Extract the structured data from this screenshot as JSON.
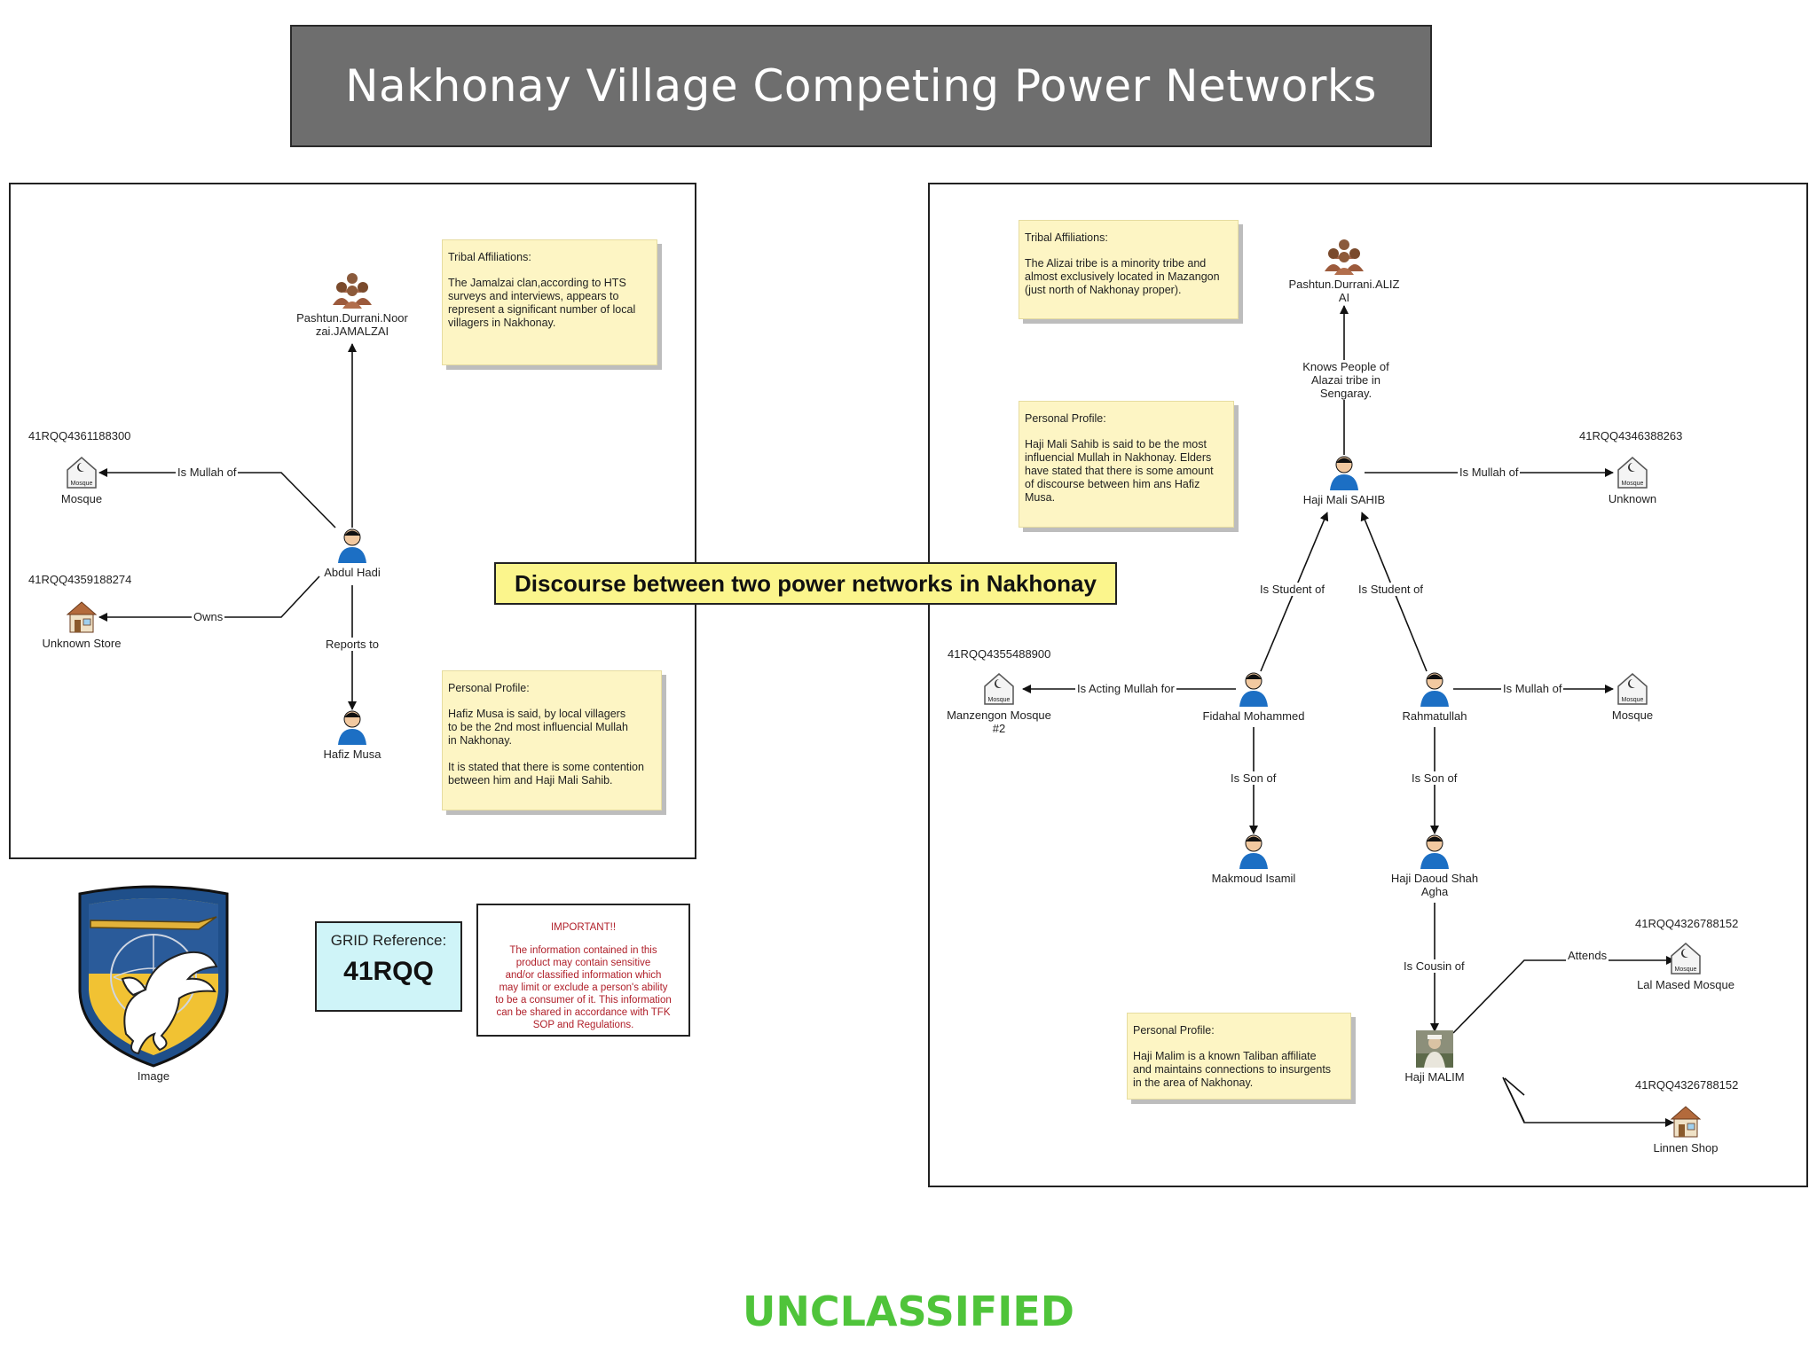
{
  "title": "Nakhonay Village Competing Power Networks",
  "center_banner": "Discourse between two power networks in Nakhonay",
  "footer": "UNCLASSIFIED",
  "grid_reference": {
    "label": "GRID Reference:",
    "value": "41RQQ"
  },
  "important": {
    "heading": "IMPORTANT!!",
    "body": "The information contained in this\nproduct may contain sensitive\nand/or classified information which\nmay limit or exclude a person's ability\nto be a consumer of it.  This information\ncan be shared in accordance with TFK\nSOP and Regulations."
  },
  "crest": {
    "caption": "Image",
    "icon": "pegasus-crest-icon"
  },
  "left_network": {
    "notes": {
      "tribal": {
        "title": "Tribal Affiliations:",
        "body": "The Jamalzai clan,according to HTS\n surveys and interviews, appears to\nrepresent a significant number of local\nvillagers in Nakhonay."
      },
      "profile": {
        "title": "Personal Profile:",
        "body": "Hafiz Musa is said, by local villagers\nto be the 2nd most influencial Mullah\nin Nakhonay.\n\nIt is stated that there is some contention\nbetween him and Haji Mali Sahib."
      }
    },
    "nodes": {
      "tribe": {
        "label": "Pashtun.Durrani.Noor\nzai.JAMALZAI",
        "icon": "tribe-group-icon"
      },
      "abdul_hadi": {
        "label": "Abdul Hadi",
        "icon": "person-icon"
      },
      "hafiz_musa": {
        "label": "Hafiz Musa",
        "icon": "person-icon"
      },
      "mosque": {
        "label": "Mosque",
        "grid": "41RQQ4361188300",
        "icon": "mosque-icon"
      },
      "store": {
        "label": "Unknown Store",
        "grid": "41RQQ4359188274",
        "icon": "store-icon"
      }
    },
    "edges": {
      "is_mullah_of": "Is Mullah of",
      "owns": "Owns",
      "reports_to": "Reports to"
    }
  },
  "right_network": {
    "notes": {
      "tribal": {
        "title": "Tribal Affiliations:",
        "body": "The Alizai tribe is a minority tribe and\nalmost exclusively located in Mazangon\n(just north of Nakhonay proper)."
      },
      "profile_sahib": {
        "title": "Personal Profile:",
        "body": "Haji Mali Sahib is said to be the most\ninfluencial Mullah in Nakhonay. Elders\nhave stated that there is some amount\nof discourse between him ans Hafiz\nMusa."
      },
      "profile_malim": {
        "title": "Personal Profile:",
        "body": "Haji Malim is a known Taliban affiliate\nand maintains connections to insurgents\nin the area of Nakhonay."
      }
    },
    "nodes": {
      "tribe": {
        "label": "Pashtun.Durrani.ALIZ\nAI",
        "icon": "tribe-group-icon"
      },
      "haji_mali_sahib": {
        "label": "Haji Mali SAHIB",
        "icon": "person-icon"
      },
      "unknown_mosque": {
        "label": "Unknown",
        "grid": "41RQQ4346388263",
        "icon": "mosque-icon"
      },
      "fidahal": {
        "label": "Fidahal Mohammed",
        "icon": "person-icon"
      },
      "rahmatullah": {
        "label": "Rahmatullah",
        "icon": "person-icon"
      },
      "manzengon": {
        "label": "Manzengon Mosque\n#2",
        "grid": "41RQQ4355488900",
        "icon": "mosque-icon"
      },
      "mosque_r": {
        "label": "Mosque",
        "icon": "mosque-icon"
      },
      "makmoud": {
        "label": "Makmoud Isamil",
        "icon": "person-icon"
      },
      "haji_daoud": {
        "label": "Haji Daoud Shah\nAgha",
        "icon": "person-icon"
      },
      "haji_malim": {
        "label": "Haji MALIM",
        "icon": "person-photo-icon"
      },
      "lal_mosque": {
        "label": "Lal Mased Mosque",
        "grid": "41RQQ4326788152",
        "icon": "mosque-icon"
      },
      "linnen_shop": {
        "label": "Linnen Shop",
        "grid": "41RQQ4326788152",
        "icon": "store-icon"
      }
    },
    "edges": {
      "knows_people": "Knows People of\nAlazai tribe in\nSengaray.",
      "is_mullah_of_1": "Is Mullah of",
      "is_student_of_1": "Is Student of",
      "is_student_of_2": "Is Student of",
      "is_acting_mullah": "Is Acting Mullah for",
      "is_mullah_of_2": "Is Mullah of",
      "is_son_of_1": "Is Son of",
      "is_son_of_2": "Is Son of",
      "is_cousin_of": "Is Cousin of",
      "attends": "Attends"
    }
  },
  "colors": {
    "note_fill": "#fdf5c4",
    "banner_fill": "#fbf58c",
    "grid_fill": "#cff4f8",
    "footer": "#4fc43a",
    "warning_text": "#b0202a",
    "title_bar": "#6e6e6e"
  }
}
